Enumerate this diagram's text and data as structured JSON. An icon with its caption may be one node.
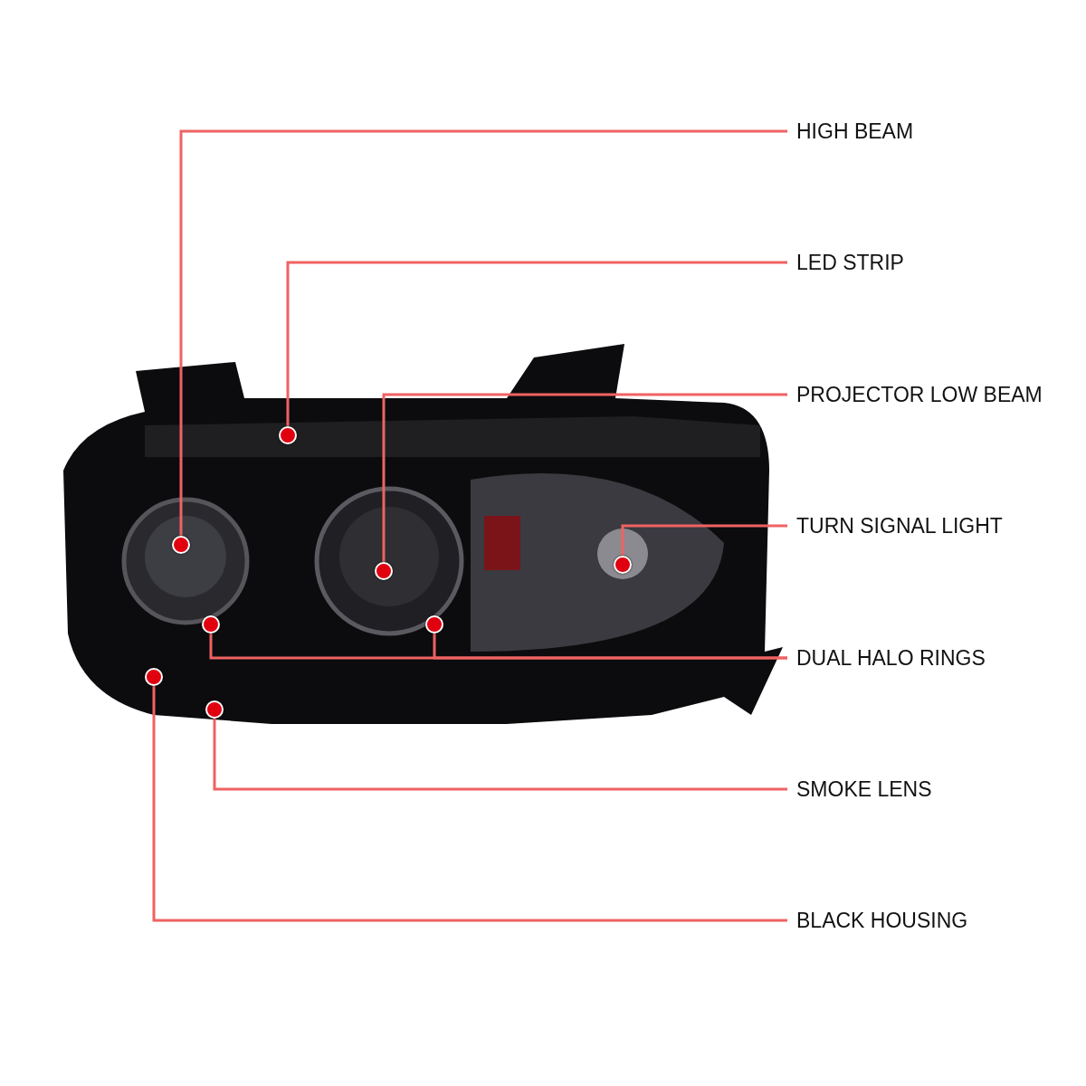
{
  "diagram": {
    "nodes": [
      {
        "text": [
          "HIGH BEAM"
        ]
      },
      {
        "text": [
          "LED STRIP"
        ]
      },
      {
        "text": [
          "PROJECTOR LOW BEAM"
        ]
      },
      {
        "text": [
          "TURN SIGNAL LIGHT"
        ]
      },
      {
        "text": [
          "DUAL HALO RINGS"
        ]
      },
      {
        "text": [
          "SMOKE LENS"
        ]
      },
      {
        "text": [
          "BLACK HOUSING"
        ]
      },
      {
        "text": [],
        "shape": "circle"
      },
      {
        "text": [],
        "shape": "circle"
      },
      {
        "text": [],
        "shape": "circle"
      },
      {
        "text": [],
        "shape": "circle"
      },
      {
        "text": [],
        "shape": "circle"
      },
      {
        "text": [],
        "shape": "circle"
      },
      {
        "text": [],
        "shape": "circle"
      },
      {
        "text": [],
        "shape": "circle"
      }
    ],
    "edges": [
      {
        "from": 0,
        "to": 7,
        "arrow": "none"
      },
      {
        "from": 1,
        "to": 8,
        "arrow": "none"
      },
      {
        "from": 2,
        "to": 9,
        "arrow": "none"
      },
      {
        "from": 3,
        "to": 10,
        "arrow": "none"
      },
      {
        "from": 4,
        "to": 11,
        "arrow": "none"
      },
      {
        "from": 4,
        "to": 12,
        "arrow": "none"
      },
      {
        "from": 5,
        "to": 13,
        "arrow": "none"
      },
      {
        "from": 6,
        "to": 14,
        "arrow": "none"
      }
    ]
  }
}
